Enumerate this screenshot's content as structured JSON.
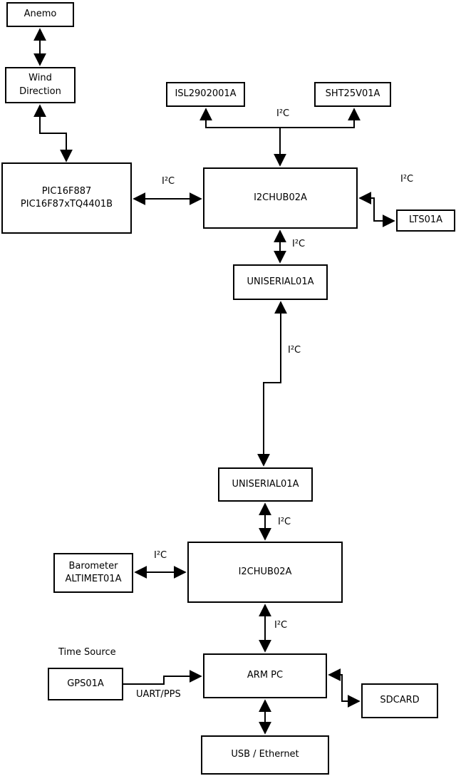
{
  "diagram_title": "sensor-bus-block-diagram",
  "colors": {
    "background": "#ffffff",
    "line": "#000000",
    "box_fill": "#ffffff",
    "box_border": "#000000"
  },
  "nodes": {
    "anemo": {
      "label": "Anemo"
    },
    "wind_direction": {
      "label": "Wind\nDirection"
    },
    "pic": {
      "label": "PIC16F887\nPIC16F87xTQ4401B"
    },
    "isl": {
      "label": "ISL2902001A"
    },
    "sht": {
      "label": "SHT25V01A"
    },
    "i2chub_top": {
      "label": "I2CHUB02A"
    },
    "lts": {
      "label": "LTS01A"
    },
    "uniserial_top": {
      "label": "UNISERIAL01A"
    },
    "uniserial_bottom": {
      "label": "UNISERIAL01A"
    },
    "i2chub_bottom": {
      "label": "I2CHUB02A"
    },
    "barometer": {
      "label": "Barometer\nALTIMET01A"
    },
    "gps": {
      "label": "GPS01A"
    },
    "arm_pc": {
      "label": "ARM PC"
    },
    "sdcard": {
      "label": "SDCARD"
    },
    "usb_ethernet": {
      "label": "USB / Ethernet"
    }
  },
  "labels": {
    "i2c": "I²C",
    "uart_pps": "UART/PPS",
    "time_source": "Time Source"
  }
}
